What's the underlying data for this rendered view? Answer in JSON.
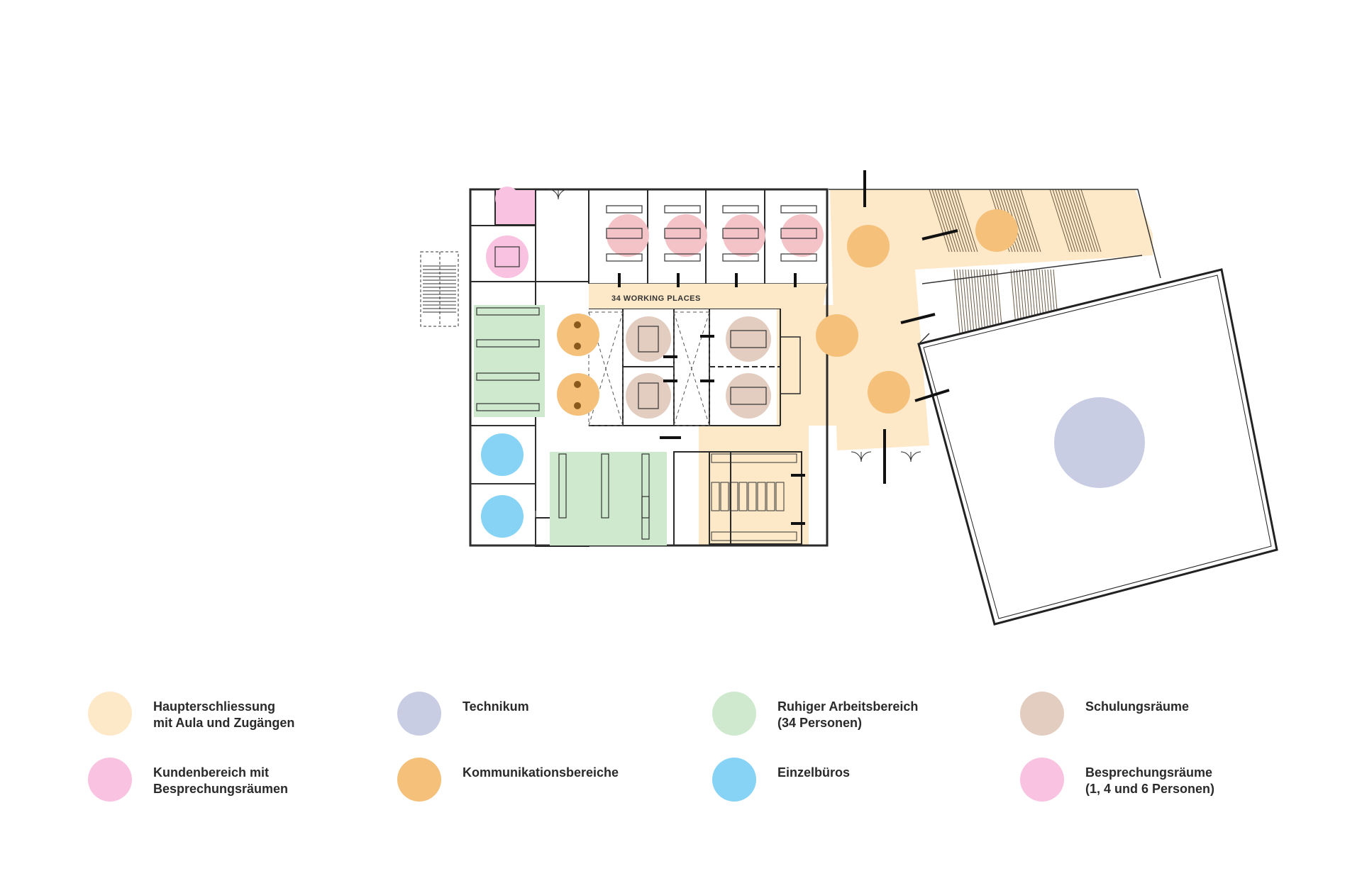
{
  "plan": {
    "working_places_label": "34 WORKING PLACES"
  },
  "colors": {
    "circulation": "#fde8c8",
    "technikum": "#c9cde4",
    "quiet_work": "#cfe9cf",
    "training": "#e3cdc0",
    "customer": "#f9c2e1",
    "communication": "#f5c07a",
    "single_office": "#86d3f5",
    "meeting": "#f9c2e1",
    "meeting_dots": "#f3c3c8"
  },
  "legend": [
    {
      "id": "haupterschliessung",
      "label": "Haupterschliessung\nmit Aula und Zugängen",
      "color": "#fde8c8"
    },
    {
      "id": "technikum",
      "label": "Technikum",
      "color": "#c9cde4"
    },
    {
      "id": "ruhiger-arbeitsbereich",
      "label": "Ruhiger Arbeitsbereich\n(34 Personen)",
      "color": "#cfe9cf"
    },
    {
      "id": "schulungsraeume",
      "label": "Schulungsräume",
      "color": "#e3cdc0"
    },
    {
      "id": "kundenbereich",
      "label": "Kundenbereich mit\nBesprechungsräumen",
      "color": "#f9c2e1"
    },
    {
      "id": "kommunikationsbereiche",
      "label": "Kommunikationsbereiche",
      "color": "#f5c07a"
    },
    {
      "id": "einzelbueros",
      "label": "Einzelbüros",
      "color": "#86d3f5"
    },
    {
      "id": "besprechungsraeume",
      "label": "Besprechungsräume\n(1, 4 und 6 Personen)",
      "color": "#f9c2e1"
    }
  ]
}
